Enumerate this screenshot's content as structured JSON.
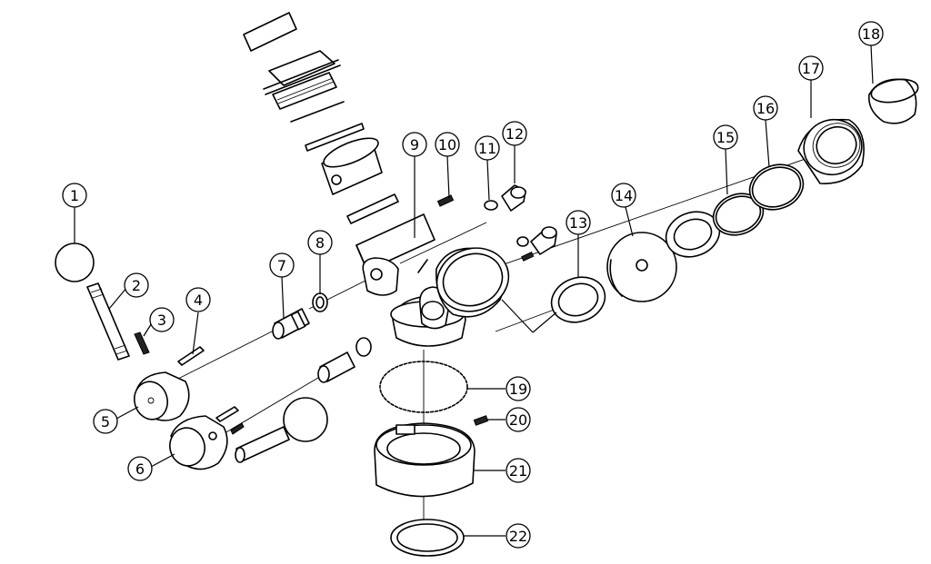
{
  "diagram": {
    "kind": "exploded parts view",
    "callouts": [
      {
        "id": "c1",
        "label": "1"
      },
      {
        "id": "c2",
        "label": "2"
      },
      {
        "id": "c3",
        "label": "3"
      },
      {
        "id": "c4",
        "label": "4"
      },
      {
        "id": "c5",
        "label": "5"
      },
      {
        "id": "c6",
        "label": "6"
      },
      {
        "id": "c7",
        "label": "7"
      },
      {
        "id": "c8",
        "label": "8"
      },
      {
        "id": "c9",
        "label": "9"
      },
      {
        "id": "c10",
        "label": "10"
      },
      {
        "id": "c11",
        "label": "11"
      },
      {
        "id": "c12",
        "label": "12"
      },
      {
        "id": "c13",
        "label": "13"
      },
      {
        "id": "c14",
        "label": "14"
      },
      {
        "id": "c15",
        "label": "15"
      },
      {
        "id": "c16",
        "label": "16"
      },
      {
        "id": "c17",
        "label": "17"
      },
      {
        "id": "c18",
        "label": "18"
      },
      {
        "id": "c19",
        "label": "19"
      },
      {
        "id": "c20",
        "label": "20"
      },
      {
        "id": "c21",
        "label": "21"
      },
      {
        "id": "c22",
        "label": "22"
      }
    ]
  }
}
